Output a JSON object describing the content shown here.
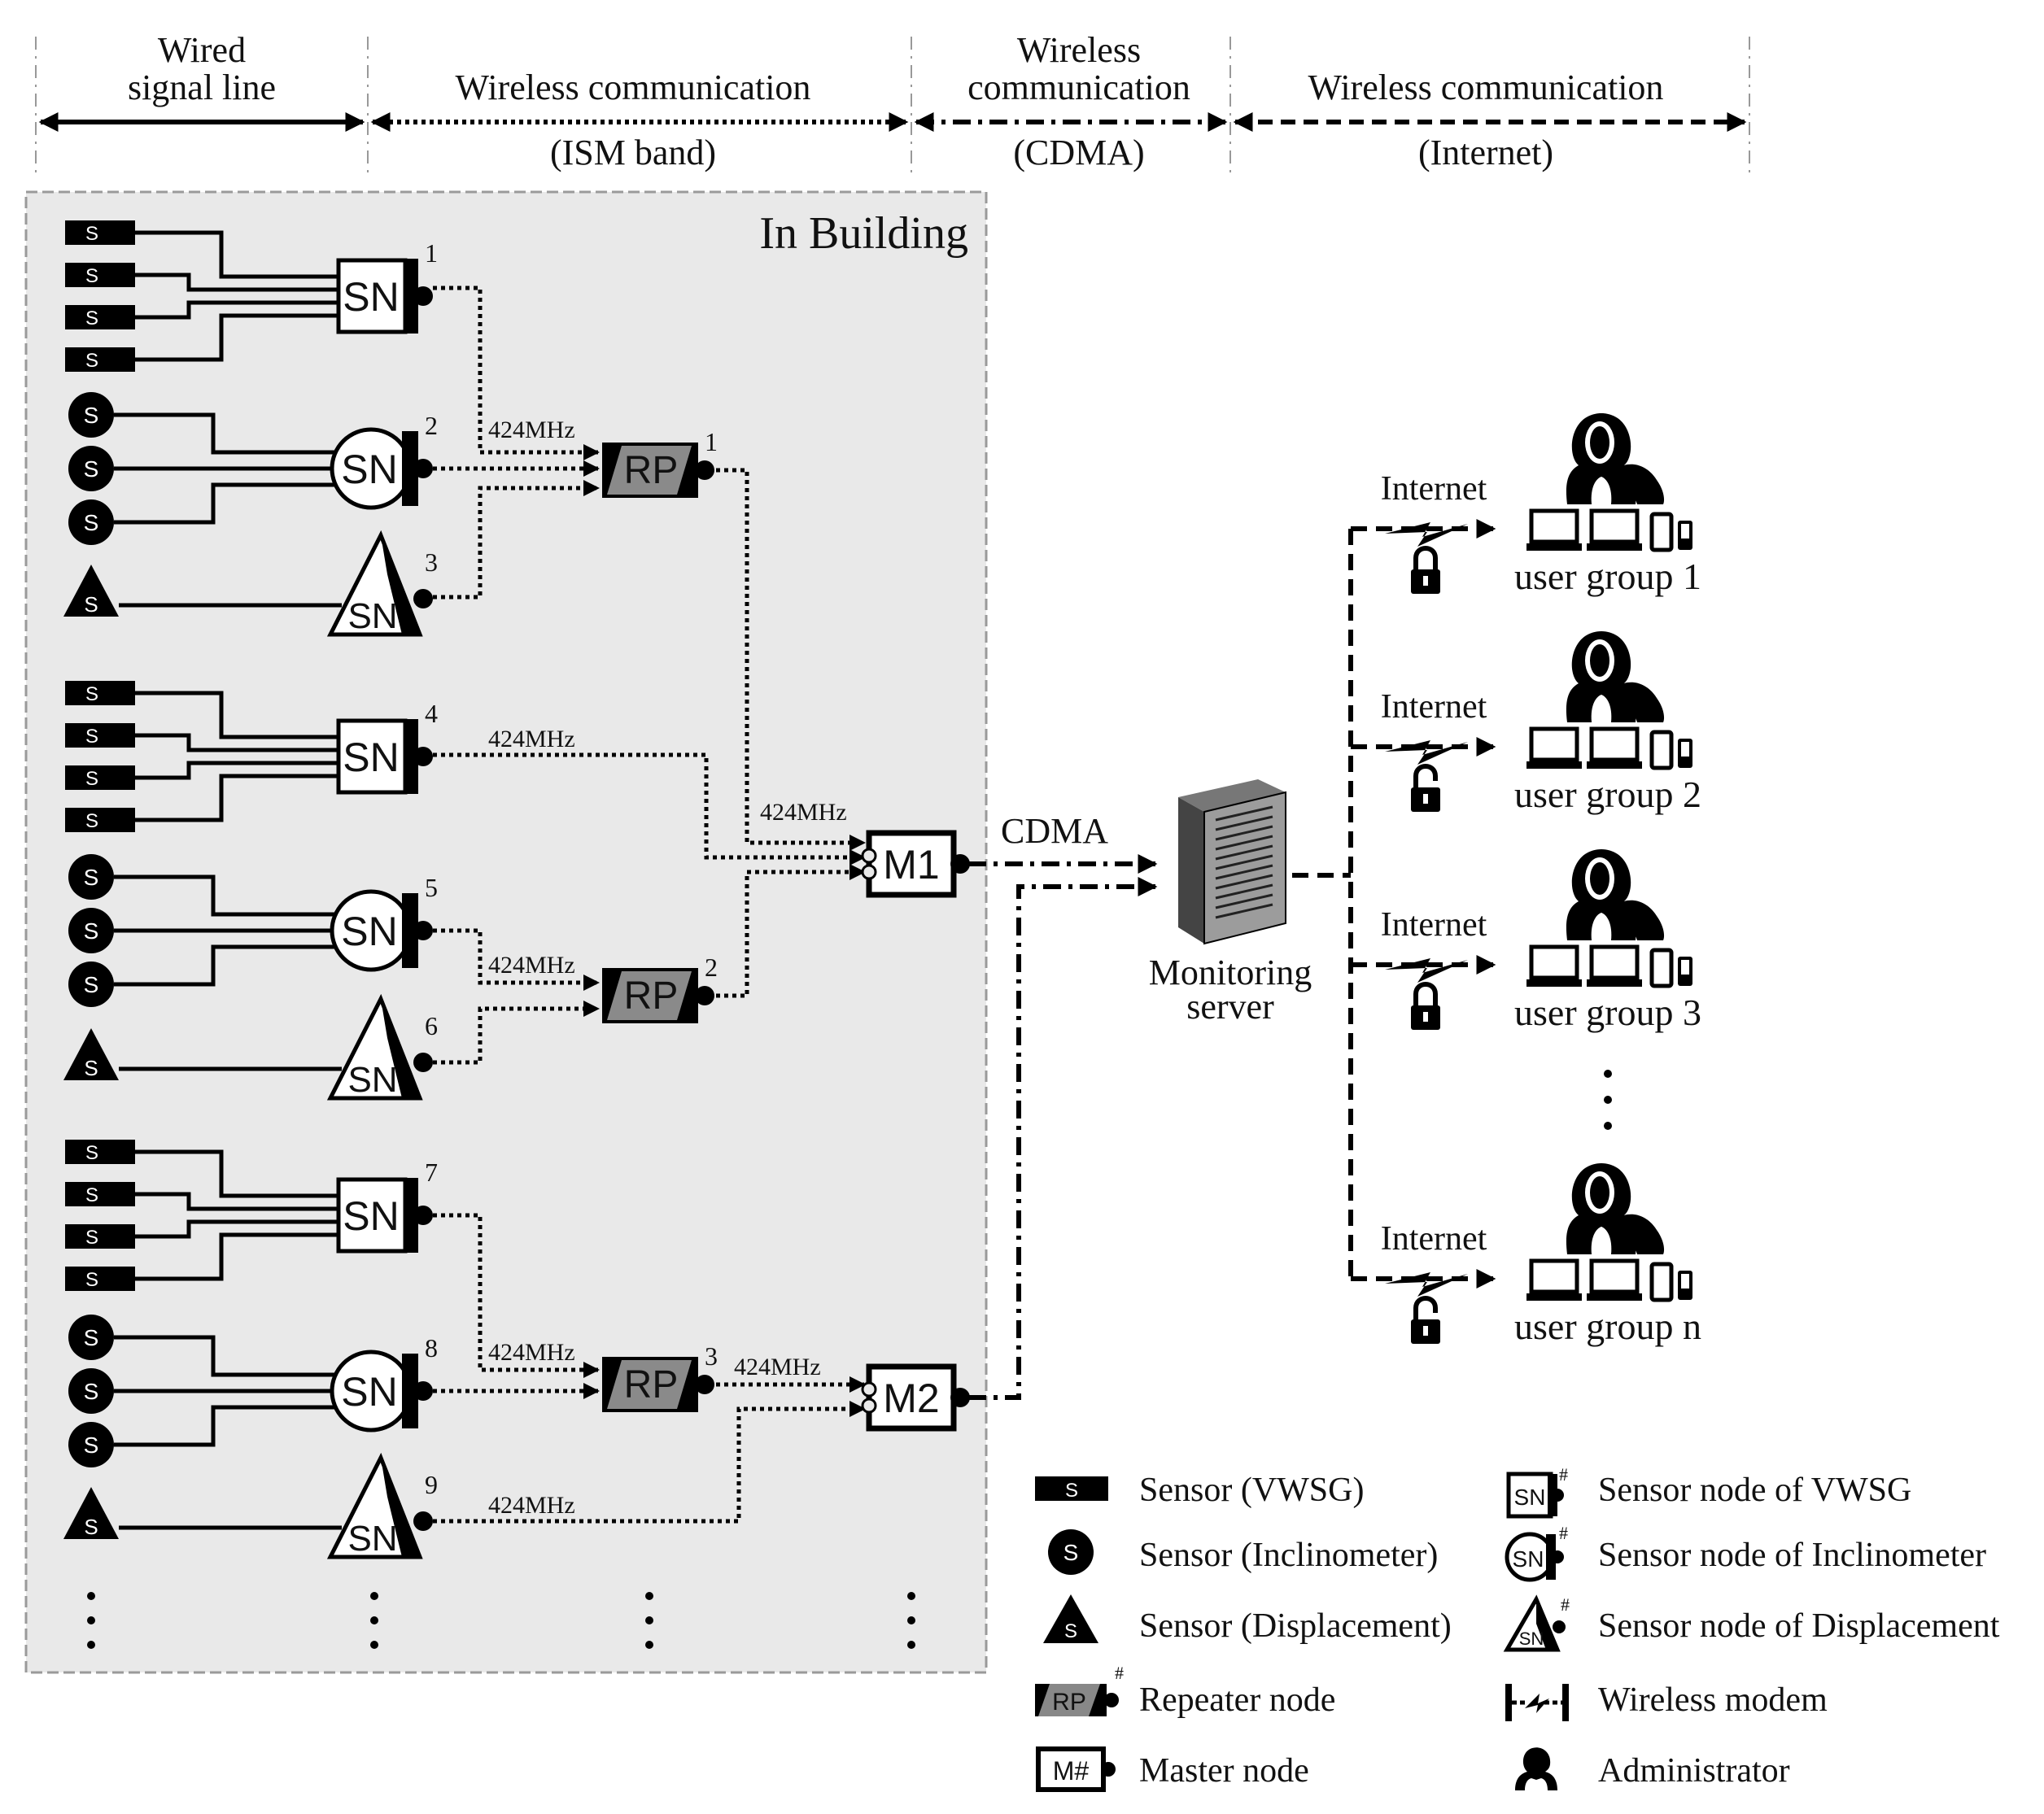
{
  "headers": {
    "wired": {
      "line1": "Wired",
      "line2": "signal line"
    },
    "ism": {
      "line1": "Wireless communication",
      "line2": "(ISM band)"
    },
    "cdma": {
      "line1": "Wireless",
      "line2": "communication",
      "line3": "(CDMA)"
    },
    "internet": {
      "line1": "Wireless communication",
      "line2": "(Internet)"
    }
  },
  "building": {
    "title": "In Building"
  },
  "nodes": {
    "sensor_letter": "S",
    "sn_label": "SN",
    "rp_label": "RP",
    "sn_numbers": [
      "1",
      "2",
      "3",
      "4",
      "5",
      "6",
      "7",
      "8",
      "9"
    ],
    "rp_numbers": [
      "1",
      "2",
      "3"
    ],
    "masters": [
      "M1",
      "M2"
    ]
  },
  "freq_label": "424MHz",
  "cdma_label": "CDMA",
  "server": {
    "line1": "Monitoring",
    "line2": "server"
  },
  "user_groups": [
    {
      "internet": "Internet",
      "name": "user group 1",
      "lock": "locked"
    },
    {
      "internet": "Internet",
      "name": "user group 2",
      "lock": "unlocked"
    },
    {
      "internet": "Internet",
      "name": "user group 3",
      "lock": "locked"
    },
    {
      "internet": "Internet",
      "name": "user group n",
      "lock": "unlocked"
    }
  ],
  "legend": {
    "sensor_vwsg": "Sensor (VWSG)",
    "sensor_incl": "Sensor (Inclinometer)",
    "sensor_disp": "Sensor (Displacement)",
    "repeater": "Repeater node",
    "master": "Master node",
    "sn_vwsg": "Sensor node of VWSG",
    "sn_incl": "Sensor node of Inclinometer",
    "sn_disp": "Sensor node of Displacement",
    "modem": "Wireless modem",
    "admin": "Administrator",
    "master_symbol": "M#",
    "hash": "#"
  }
}
